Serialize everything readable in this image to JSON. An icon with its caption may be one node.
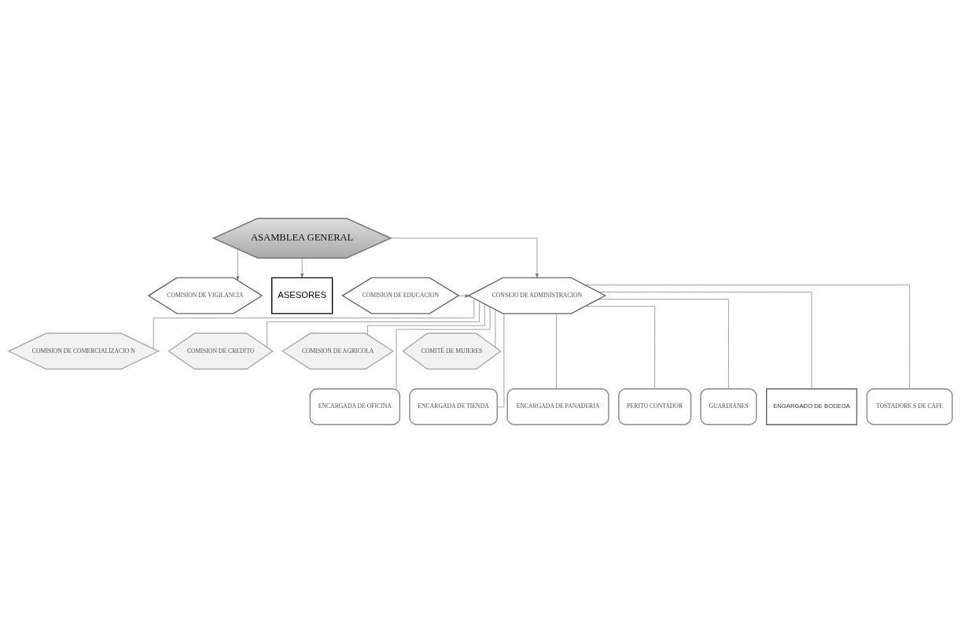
{
  "diagram": {
    "nodes": [
      {
        "text": [
          "ASAMBLEA GENERAL"
        ]
      },
      {
        "text": [
          "COMISION DE VIGILANCIA"
        ]
      },
      {
        "text": [
          "ASESORES"
        ]
      },
      {
        "text": [
          "COMISION DE EDUCACION"
        ]
      },
      {
        "text": [
          "CONSEJO DE ADMINISTRACION"
        ]
      },
      {
        "text": [
          "COMISION DE COMERCIALIZACIO N"
        ]
      },
      {
        "text": [
          "COMISION DE CREDITO"
        ]
      },
      {
        "text": [
          "COMISION DE AGRICOLA"
        ]
      },
      {
        "text": [
          "COMITÉ DE MUJERES"
        ]
      },
      {
        "text": [
          "ENCARGADA DE OFICINA"
        ]
      },
      {
        "text": [
          "ENCARGADA DE TIENDA"
        ]
      },
      {
        "text": [
          "ENCARGADA DE PANADERIA"
        ]
      },
      {
        "text": [
          "PERITO CONTADOR"
        ]
      },
      {
        "text": [
          "GUARDIANES"
        ]
      },
      {
        "text": [
          "ENGARGADO DE BODEGA"
        ]
      },
      {
        "text": [
          "TOSTADORE S DE CAFE"
        ]
      }
    ],
    "edges": [
      {
        "from": 0,
        "to": 1,
        "arrow": "to"
      },
      {
        "from": 0,
        "to": 2,
        "arrow": "to"
      },
      {
        "from": 0,
        "to": 4,
        "arrow": "to"
      },
      {
        "from": 3,
        "to": 4,
        "arrow": "to"
      },
      {
        "from": 4,
        "to": 5,
        "arrow": "none"
      },
      {
        "from": 4,
        "to": 6,
        "arrow": "none"
      },
      {
        "from": 4,
        "to": 7,
        "arrow": "none"
      },
      {
        "from": 4,
        "to": 8,
        "arrow": "none"
      },
      {
        "from": 4,
        "to": 9,
        "arrow": "none"
      },
      {
        "from": 4,
        "to": 10,
        "arrow": "none"
      },
      {
        "from": 4,
        "to": 11,
        "arrow": "none"
      },
      {
        "from": 4,
        "to": 12,
        "arrow": "none"
      },
      {
        "from": 4,
        "to": 13,
        "arrow": "none"
      },
      {
        "from": 4,
        "to": 14,
        "arrow": "none"
      },
      {
        "from": 4,
        "to": 15,
        "arrow": "none"
      }
    ]
  }
}
